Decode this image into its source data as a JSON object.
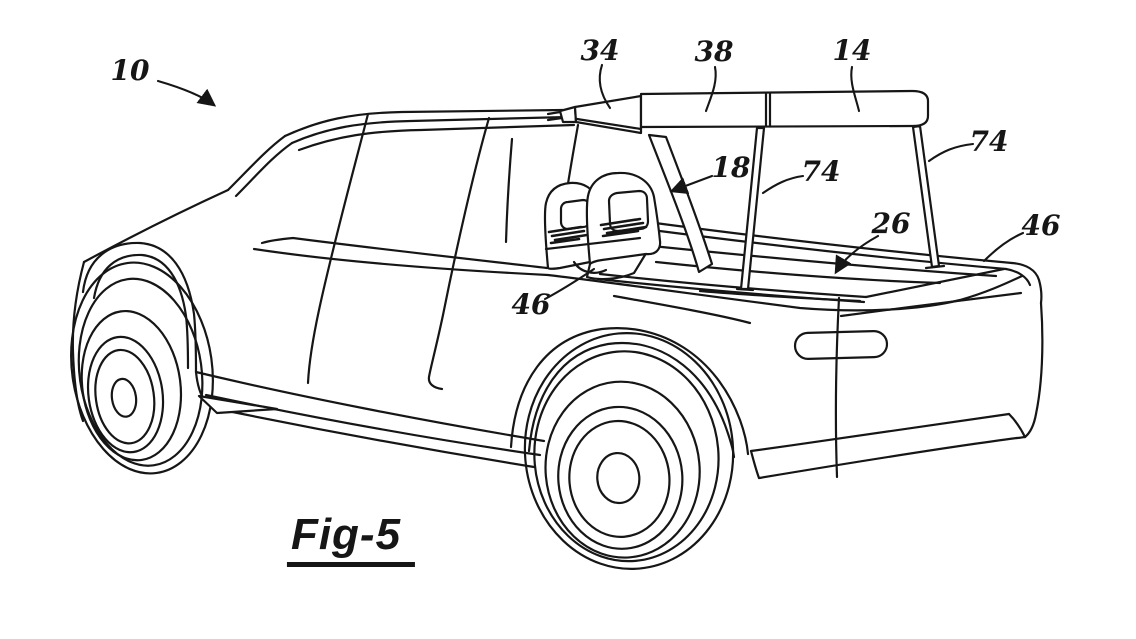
{
  "figure": {
    "caption": "Fig-5",
    "colors": {
      "ink": "#161616",
      "background": "#ffffff"
    },
    "reference_labels": [
      "10",
      "34",
      "38",
      "14",
      "18",
      "74",
      "74",
      "26",
      "46",
      "46"
    ]
  }
}
